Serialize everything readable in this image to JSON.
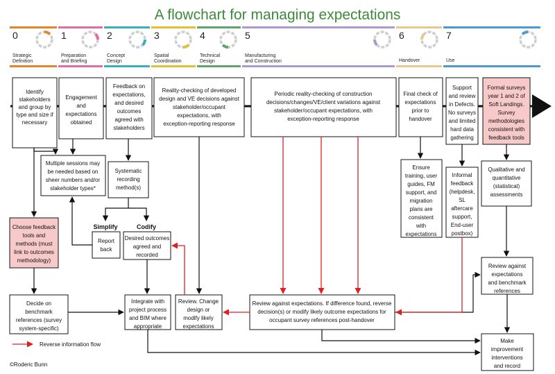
{
  "title": "A flowchart for managing expectations",
  "stages": [
    {
      "num": "0",
      "label": [
        "Strategic",
        "Definition"
      ],
      "color": "#e8832a"
    },
    {
      "num": "1",
      "label": [
        "Preparation",
        "and Briefing"
      ],
      "color": "#e26aa6"
    },
    {
      "num": "2",
      "label": [
        "Concept",
        "Design"
      ],
      "color": "#33b3b5"
    },
    {
      "num": "3",
      "label": [
        "Spatial",
        "Coordination"
      ],
      "color": "#e3c12e"
    },
    {
      "num": "4",
      "label": [
        "Technical",
        "Design"
      ],
      "color": "#5ea56b"
    },
    {
      "num": "5",
      "label": [
        "Manufacturing",
        "and Construction"
      ],
      "color": "#a99ad3"
    },
    {
      "num": "6",
      "label": [
        "Handover"
      ],
      "color": "#e7c98d"
    },
    {
      "num": "7",
      "label": [
        "Use"
      ],
      "color": "#4a9ad2"
    }
  ],
  "boxes": {
    "identify": [
      "Identify",
      "stakeholders",
      "and group by",
      "type and size if",
      "necessary"
    ],
    "engagement": [
      "Engagement",
      "and",
      "expectations",
      "obtained"
    ],
    "feedback_expectations": [
      "Feedback on",
      "expectations,",
      "and desired",
      "outcomes",
      "agreed  with",
      "stakeholders"
    ],
    "reality_check_design": [
      "Reality-checking of developed",
      "design and VE decisions against",
      "stakeholder/occupant",
      "expectations, with",
      "exception-reporting response"
    ],
    "periodic_check": [
      "Periodic reality-checking of construction",
      "decisions/changes/VE/client variations against",
      "stakeholder/occupant expectations, with",
      "exception-reporting response"
    ],
    "final_check": [
      "Final check of",
      "expectations",
      "prior to",
      "handover"
    ],
    "support_review": [
      "Support",
      "and review",
      "in Defects.",
      "No surveys",
      "and limited",
      "hard data",
      "gathering"
    ],
    "formal_surveys": [
      "Formal surveys",
      "year 1 and 2 of",
      "Soft Landings.",
      "Survey",
      "methodologies",
      "consistent with",
      "feedback tools"
    ],
    "multiple_sessions": [
      "Multiple sessions may",
      "be needed based on",
      "sheer numbers and/or",
      "stakeholder types*"
    ],
    "systematic": [
      "Systematic",
      "recording",
      "method(s)"
    ],
    "ensure_training": [
      "Ensure",
      "training, user",
      "guides, FM",
      "support, and",
      "migration",
      "plans are",
      "consistent",
      "with",
      "expectations"
    ],
    "informal_feedback": [
      "Informal",
      "feedback",
      "(helpdesk,",
      "SL",
      "aftercare",
      "support,",
      "End-user",
      "postbox)"
    ],
    "qualitative": [
      "Qualitative and",
      "quantitative",
      "(statistical)",
      "assessments"
    ],
    "choose_feedback": [
      "Choose feedback",
      "tools and",
      "methods (must",
      "link to outcomes",
      "methodology)"
    ],
    "simplify_label": "Simplify",
    "codify_label": "Codify",
    "report_back": [
      "Report",
      "back"
    ],
    "desired_outcomes": [
      "Desired outcomes",
      "agreed and",
      "recorded"
    ],
    "review_benchmark": [
      "Review against",
      "expectations",
      "and benchmark",
      "references"
    ],
    "decide_benchmark": [
      "Decide on",
      "benchmark",
      "references (survey",
      "system-specific)"
    ],
    "integrate": [
      "Integrate with",
      "project process",
      "and BIM where",
      "appropriate"
    ],
    "review_change": [
      "Review. Change",
      "design or",
      "modify likely",
      "expectations"
    ],
    "review_against": [
      "Review against expectations. If difference found, reverse",
      "decision(s) or modify likely outcome expectations for",
      "occupant survey references post-handover"
    ],
    "make_improvement": [
      "Make",
      "improvement",
      "interventions",
      "and record"
    ]
  },
  "legend": {
    "reverse_flow": "Reverse information flow"
  },
  "copyright": "©Roderic Bunn",
  "colors": {
    "title": "#3c8a3a",
    "pink_fill": "#f8c9c9",
    "reverse_arrow": "#e02020",
    "line": "#111111"
  }
}
